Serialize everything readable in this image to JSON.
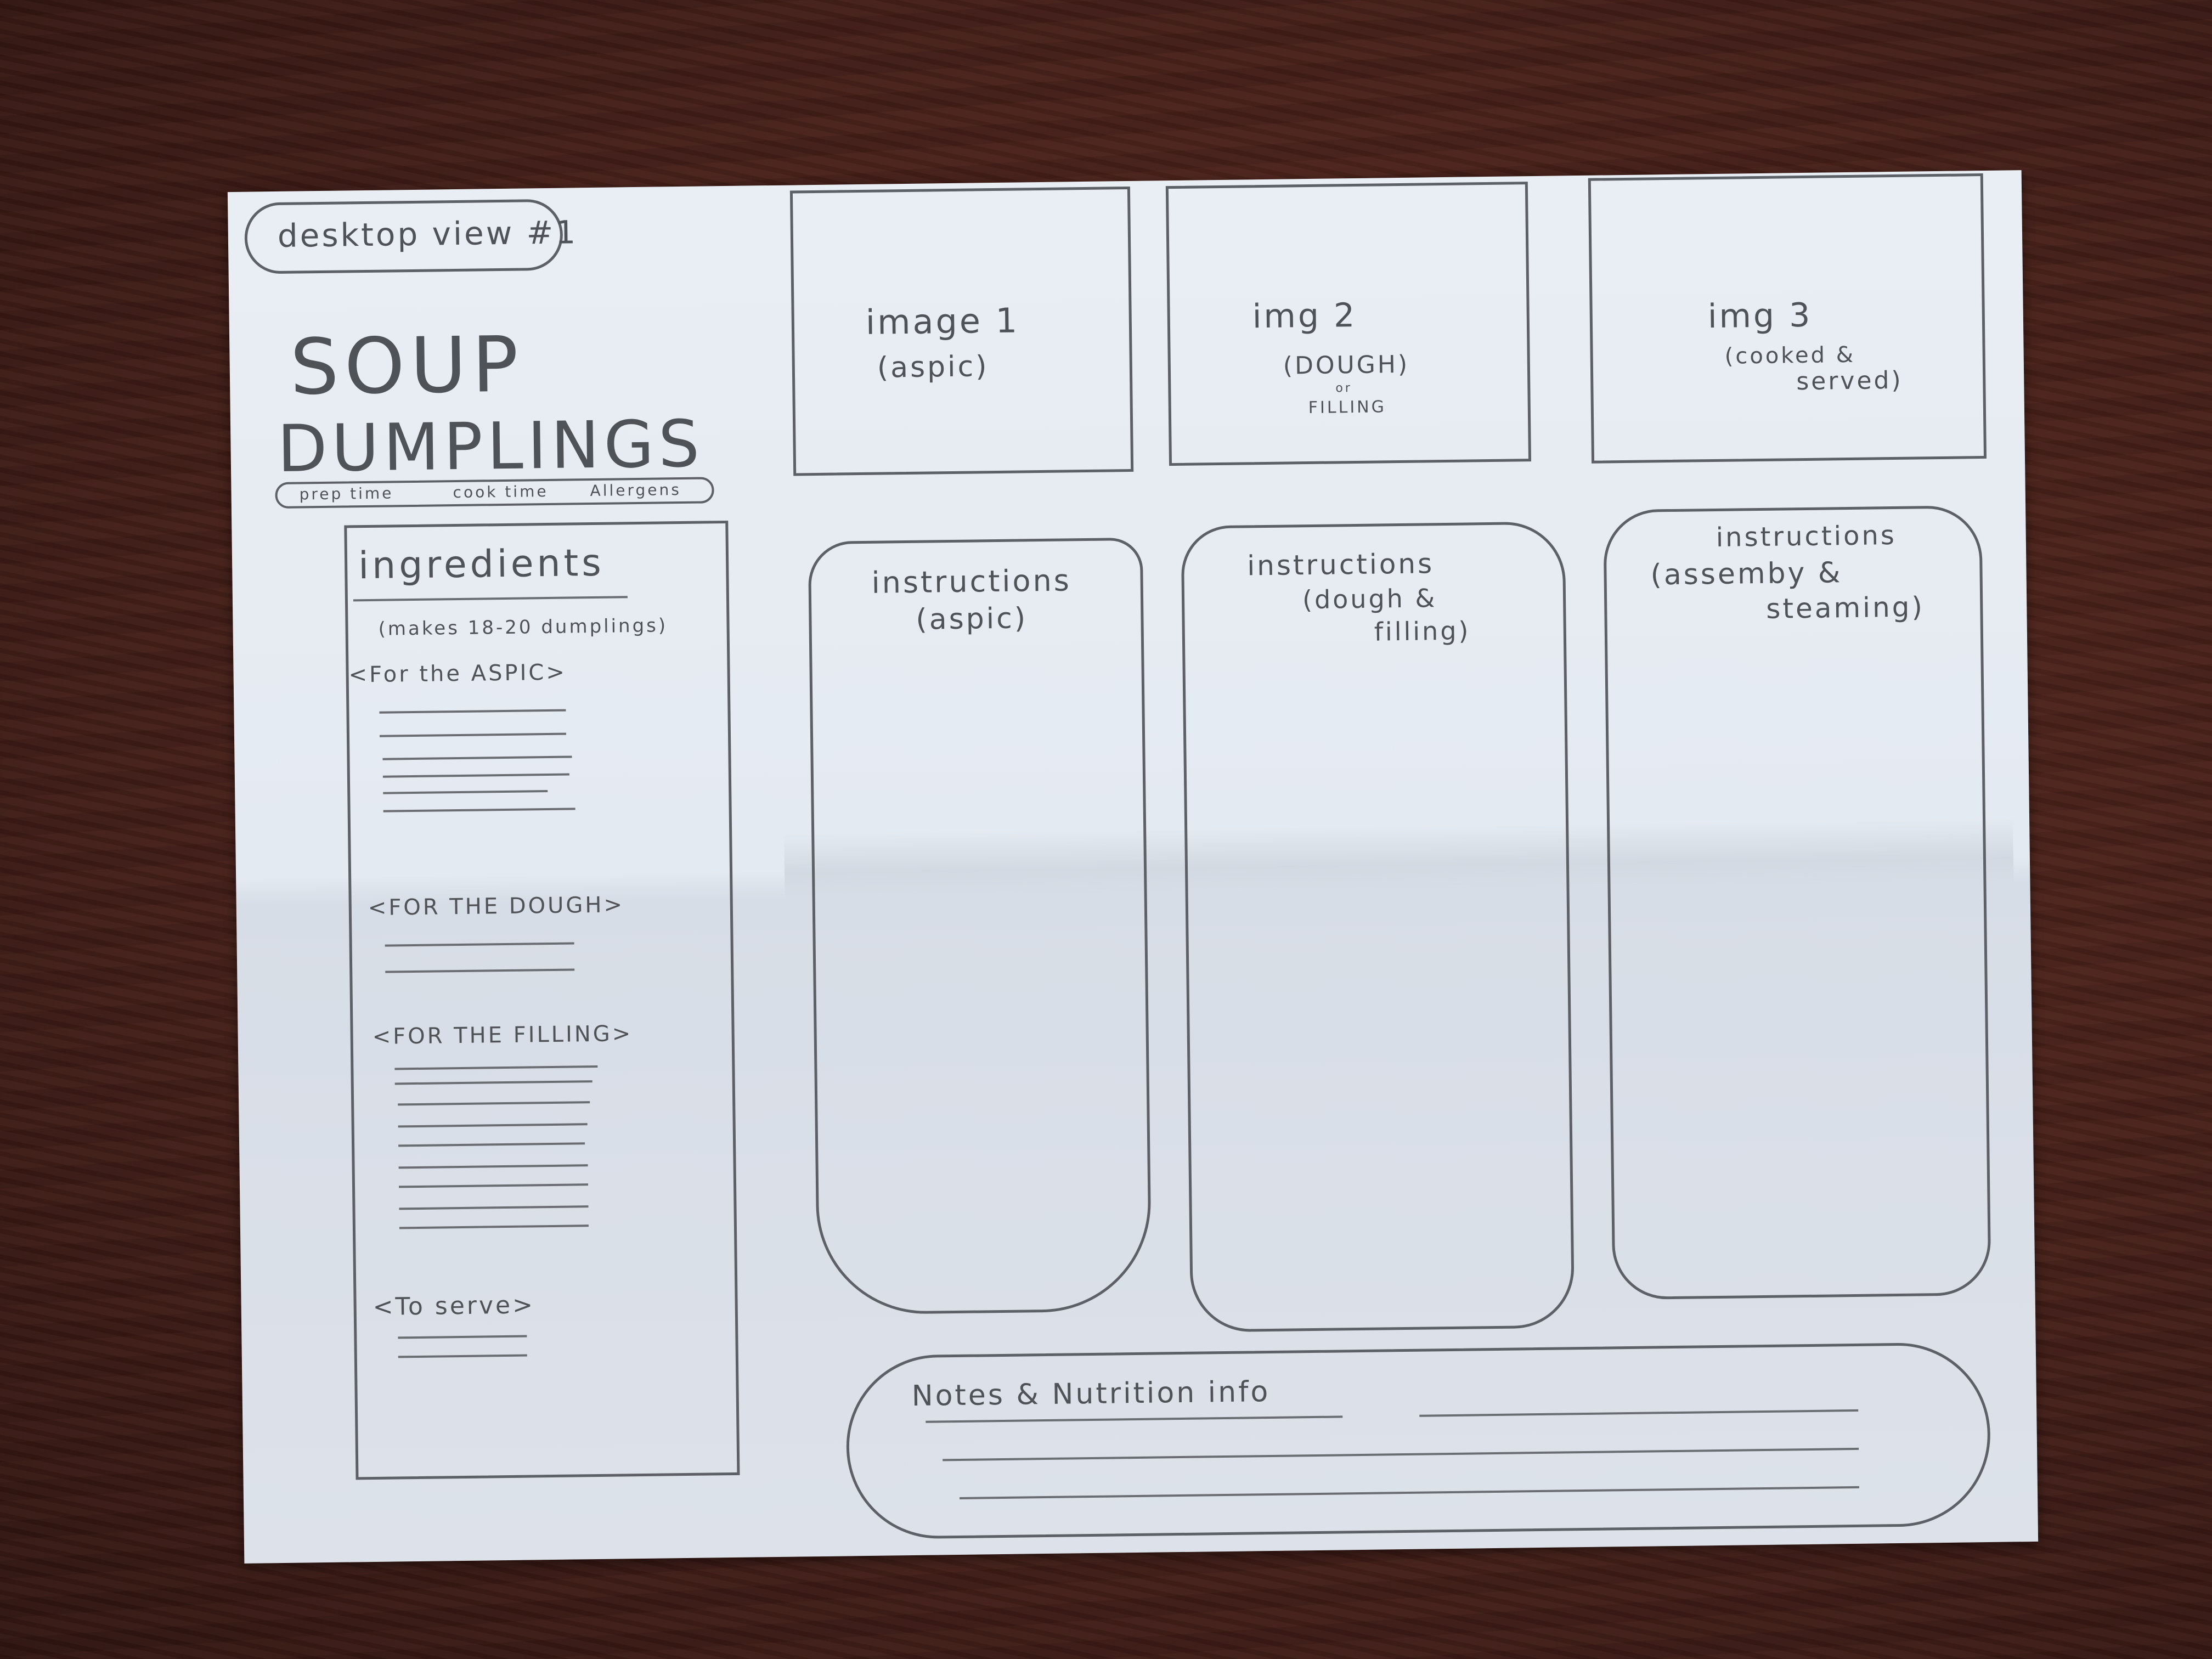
{
  "badge": "desktop view #1",
  "title_line1": "SOUP",
  "title_line2": "DUMPLINGS",
  "meta": [
    "prep time",
    "cook time",
    "Allergens"
  ],
  "ingredients": {
    "heading": "ingredients",
    "subtitle": "(makes 18-20 dumplings)",
    "sections": [
      {
        "label": "<For the ASPIC>"
      },
      {
        "label": "<FOR THE DOUGH>"
      },
      {
        "label": "<FOR THE FILLING>"
      },
      {
        "label": "<To serve>"
      }
    ]
  },
  "images": [
    {
      "title": "image 1",
      "sub1": "(aspic)",
      "sub2": "",
      "sub3": ""
    },
    {
      "title": "img 2",
      "sub1": "(DOUGH)",
      "sub2": "or",
      "sub3": "FILLING"
    },
    {
      "title": "img 3",
      "sub1": "(cooked &",
      "sub2": "served)",
      "sub3": ""
    }
  ],
  "instructions": [
    {
      "title": "instructions",
      "sub1": "(aspic)",
      "sub2": ""
    },
    {
      "title": "instructions",
      "sub1": "(dough &",
      "sub2": "filling)"
    },
    {
      "title": "instructions",
      "sub1": "(assemby &",
      "sub2": "steaming)"
    }
  ],
  "notes": {
    "title": "Notes & Nutrition info"
  }
}
